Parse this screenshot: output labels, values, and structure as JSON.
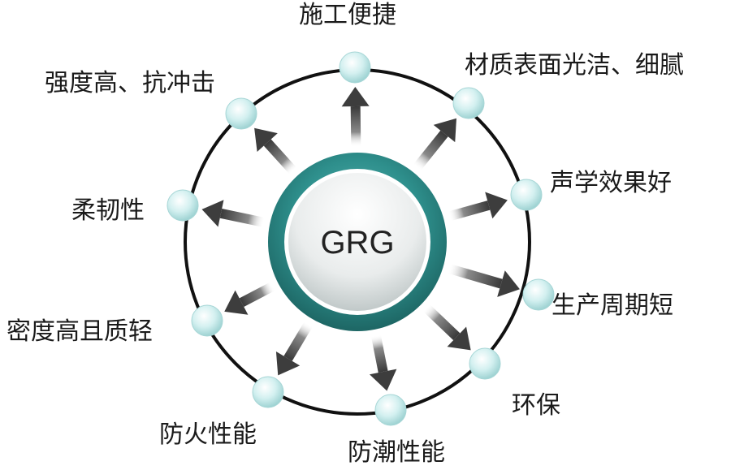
{
  "center": {
    "label": "GRG"
  },
  "properties": [
    {
      "id": "construction",
      "label": "施工便捷"
    },
    {
      "id": "surface",
      "label": "材质表面光洁、细腻"
    },
    {
      "id": "acoustic",
      "label": "声学效果好"
    },
    {
      "id": "production",
      "label": "生产周期短"
    },
    {
      "id": "eco",
      "label": "环保"
    },
    {
      "id": "moisture",
      "label": "防潮性能"
    },
    {
      "id": "fire",
      "label": "防火性能"
    },
    {
      "id": "density",
      "label": "密度高且质轻"
    },
    {
      "id": "flexibility",
      "label": "柔韧性"
    },
    {
      "id": "strength",
      "label": "强度高、抗冲击"
    }
  ],
  "colors": {
    "ring": "#111111",
    "center_outer": "#2e8f8c",
    "center_inner": "#e6eaea",
    "node": "#c9ecec",
    "arrow": "#555555"
  }
}
